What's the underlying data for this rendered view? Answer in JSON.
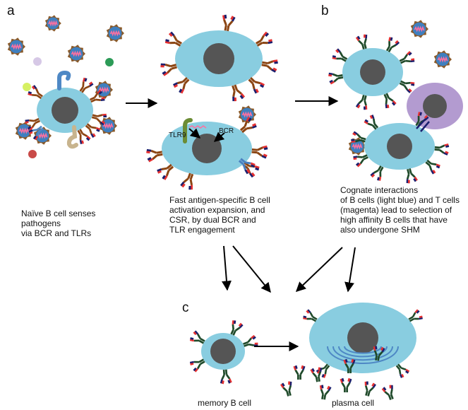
{
  "panels": {
    "a": {
      "letter": "a",
      "caption_lines": [
        "Naïve B cell senses",
        "pathogens",
        "via BCR and TLRs"
      ]
    },
    "middle": {
      "caption_lines": [
        "Fast antigen-specific B cell",
        "activation expansion, and",
        "CSR, by dual BCR and",
        "TLR engagement"
      ]
    },
    "b": {
      "letter": "b",
      "caption_lines": [
        "Cognate interactions",
        "of B cells (light blue) and T cells",
        "(magenta) lead to selection of",
        "high affinity B cells that have",
        "also undergone SHM"
      ]
    },
    "c": {
      "letter": "c",
      "memory_label": "memory B cell",
      "plasma_label": "plasma cell"
    }
  },
  "labels": {
    "tlr9": "TLR9",
    "bcr": "BCR"
  },
  "colors": {
    "b_cell": "#89cde0",
    "t_cell": "#b39bd0",
    "nucleus": "#555555",
    "pathogen_body": "#3f7fbf",
    "pathogen_spike": "#8a5a2a",
    "pathogen_dna": "#ff6fa0",
    "antibody_brown": "#8b4513",
    "antibody_green": "#1f4a2a",
    "antibody_blue": "#4a7fc0",
    "tip_red": "#e53030",
    "tip_navy": "#1a1f6e",
    "tlr_blue": "#4e88c5",
    "tlr_tan": "#c8b48e",
    "tlr9_green": "#6b8c35",
    "arrow": "#000000"
  },
  "icons": [
    "pathogen-icon",
    "antibody-icon",
    "tlr-receptor-icon",
    "arrow-icon"
  ]
}
